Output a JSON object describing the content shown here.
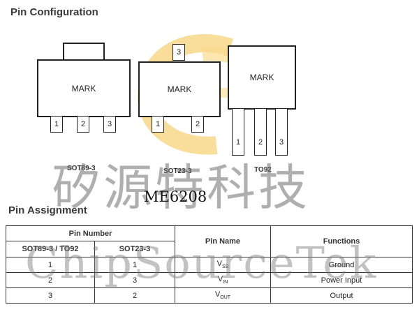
{
  "pin_configuration": {
    "heading": "Pin Configuration",
    "mark_text": "MARK",
    "packages": [
      {
        "name": "SOT89-3",
        "pins": [
          "1",
          "2",
          "3"
        ]
      },
      {
        "name": "SOT23-3",
        "pins": [
          "3",
          "1",
          "2"
        ]
      },
      {
        "name": "TO92",
        "pins": [
          "1",
          "2",
          "3"
        ]
      }
    ]
  },
  "watermark": {
    "chinese": "矽源特科技",
    "english": "ChipSourceTek",
    "logo_color": "#f7d27a"
  },
  "part_number": "ME6208",
  "pin_assignment": {
    "heading": "Pin Assignment",
    "header": {
      "pin_number": "Pin Number",
      "sot89": "SOT89-3 / TO92",
      "sot23": "SOT23-3",
      "pin_name": "Pin Name",
      "functions": "Functions"
    },
    "rows": [
      {
        "sot89": "1",
        "sot23": "1",
        "name_main": "V",
        "name_sub": "SS",
        "function": "Ground"
      },
      {
        "sot89": "2",
        "sot23": "3",
        "name_main": "V",
        "name_sub": "IN",
        "function": "Power Input"
      },
      {
        "sot89": "3",
        "sot23": "2",
        "name_main": "V",
        "name_sub": "OUT",
        "function": "Output"
      }
    ]
  }
}
